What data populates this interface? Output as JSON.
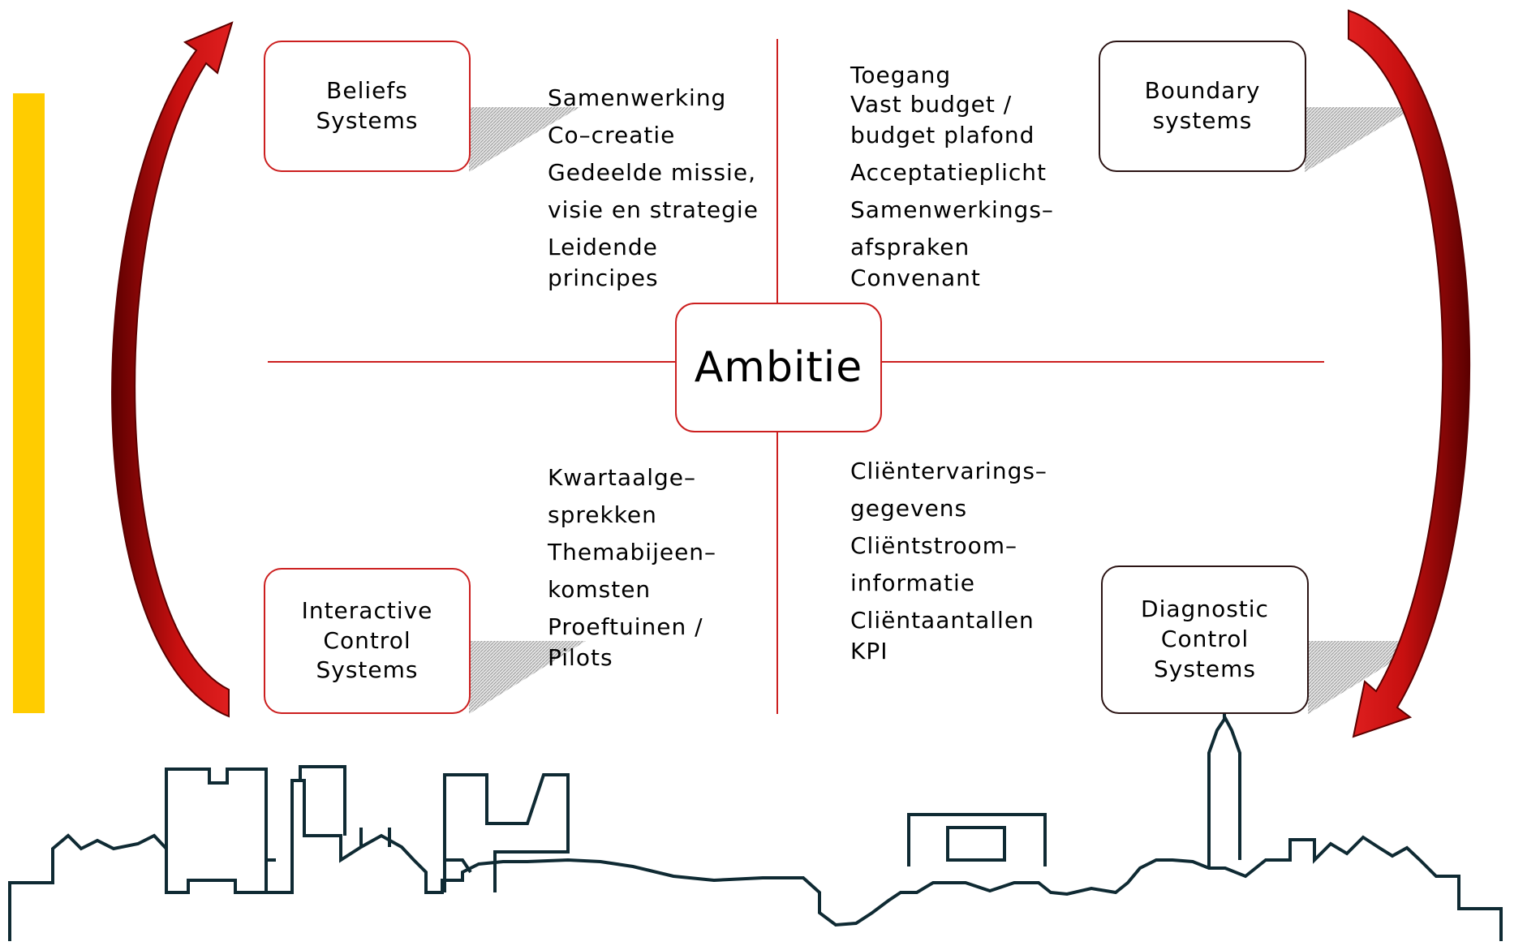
{
  "center": {
    "label": "Ambitie"
  },
  "quadrants": {
    "beliefs": {
      "title_lines": [
        "Beliefs",
        "Systems"
      ],
      "items": [
        "Samenwerking",
        "Co–creatie",
        "Gedeelde missie,",
        "visie en strategie",
        "Leidende",
        "principes"
      ]
    },
    "boundary": {
      "title_lines": [
        "Boundary",
        "systems"
      ],
      "items": [
        "Toegang",
        "Vast budget /",
        "budget plafond",
        "Acceptatieplicht",
        "Samenwerkings–",
        "afspraken",
        "Convenant"
      ]
    },
    "interactive": {
      "title_lines": [
        "Interactive",
        "Control",
        "Systems"
      ],
      "items": [
        "Kwartaalge–",
        "sprekken",
        "Themabijeen–",
        "komsten",
        "Proeftuinen /",
        "Pilots"
      ]
    },
    "diagnostic": {
      "title_lines": [
        "Diagnostic",
        "Control",
        "Systems"
      ],
      "items": [
        "Cliëntervarings–",
        "gegevens",
        "Cliëntstroom–",
        "informatie",
        "Cliëntaantallen",
        "KPI"
      ]
    }
  },
  "colors": {
    "divider": "#cc1f1f",
    "box_border_red": "#cc1f1f",
    "box_border_dark": "#2b1414",
    "arrow": "#c81010",
    "arrow_dark": "#6e0000",
    "side_bar": "#ffcc00",
    "skyline": "#0f2a33",
    "shadow": "#c8c8c8"
  }
}
